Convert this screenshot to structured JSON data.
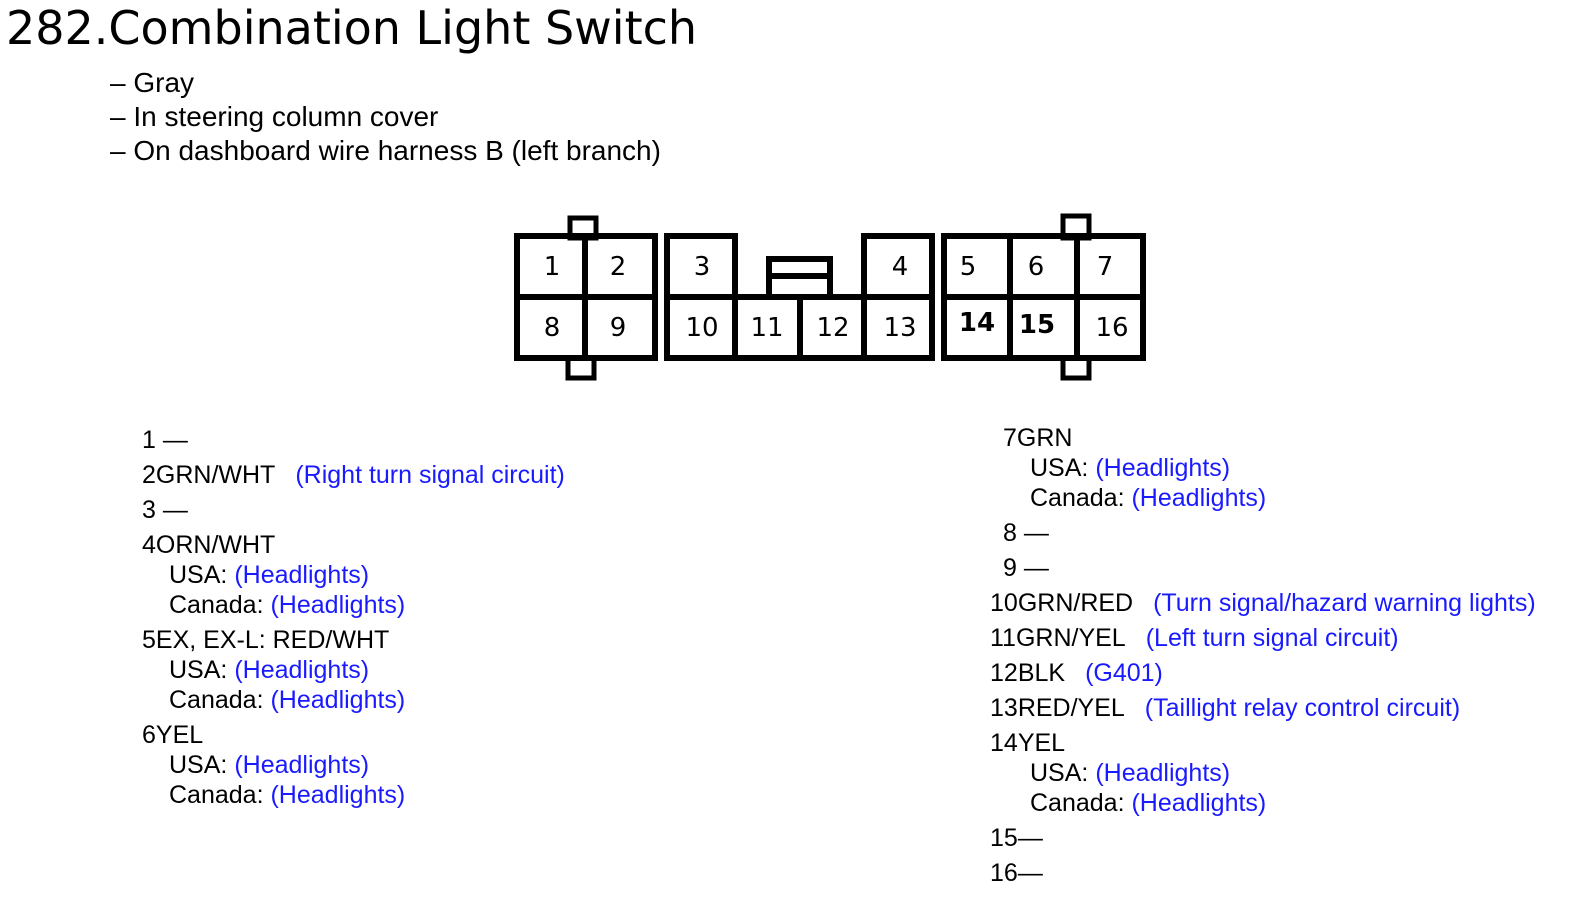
{
  "title": "282.Combination Light Switch",
  "notes": [
    "– Gray",
    "– In steering column cover",
    "– On dashboard wire harness B (left branch)"
  ],
  "connector": {
    "top_labels": [
      "1",
      "2",
      "3",
      "4",
      "5",
      "6",
      "7"
    ],
    "bottom_labels": [
      "8",
      "9",
      "10",
      "11",
      "12",
      "13",
      "14",
      "15",
      "16"
    ]
  },
  "pins": {
    "p1": {
      "num": "1",
      "wire": " —"
    },
    "p2": {
      "num": "2",
      "wire": "GRN/WHT",
      "desc": "(Right turn signal circuit)"
    },
    "p3": {
      "num": "3",
      "wire": " —"
    },
    "p4": {
      "num": "4",
      "wire": "ORN/WHT",
      "usa_label": "USA:",
      "usa": "(Headlights)",
      "canada_label": "Canada:",
      "canada": "(Headlights)"
    },
    "p5": {
      "num": "5",
      "wire": "EX, EX-L: RED/WHT",
      "usa_label": "USA:",
      "usa": "(Headlights)",
      "canada_label": "Canada:",
      "canada": "(Headlights)"
    },
    "p6": {
      "num": "6",
      "wire": "YEL",
      "usa_label": "USA:",
      "usa": "(Headlights)",
      "canada_label": "Canada:",
      "canada": "(Headlights)"
    },
    "p7": {
      "num": "7",
      "wire": "GRN",
      "usa_label": "USA:",
      "usa": "(Headlights)",
      "canada_label": "Canada:",
      "canada": "(Headlights)"
    },
    "p8": {
      "num": "8",
      "wire": " —"
    },
    "p9": {
      "num": "9",
      "wire": " —"
    },
    "p10": {
      "num": "10",
      "wire": "GRN/RED",
      "desc": "(Turn signal/hazard warning lights)"
    },
    "p11": {
      "num": "11",
      "wire": "GRN/YEL",
      "desc": "(Left turn signal circuit)"
    },
    "p12": {
      "num": "12",
      "wire": "BLK",
      "desc": "(G401)"
    },
    "p13": {
      "num": "13",
      "wire": "RED/YEL",
      "desc": "(Taillight relay control circuit)"
    },
    "p14": {
      "num": "14",
      "wire": "YEL",
      "usa_label": "USA:",
      "usa": "(Headlights)",
      "canada_label": "Canada:",
      "canada": "(Headlights)"
    },
    "p15": {
      "num": "15",
      "wire": "—"
    },
    "p16": {
      "num": "16",
      "wire": "—"
    }
  }
}
